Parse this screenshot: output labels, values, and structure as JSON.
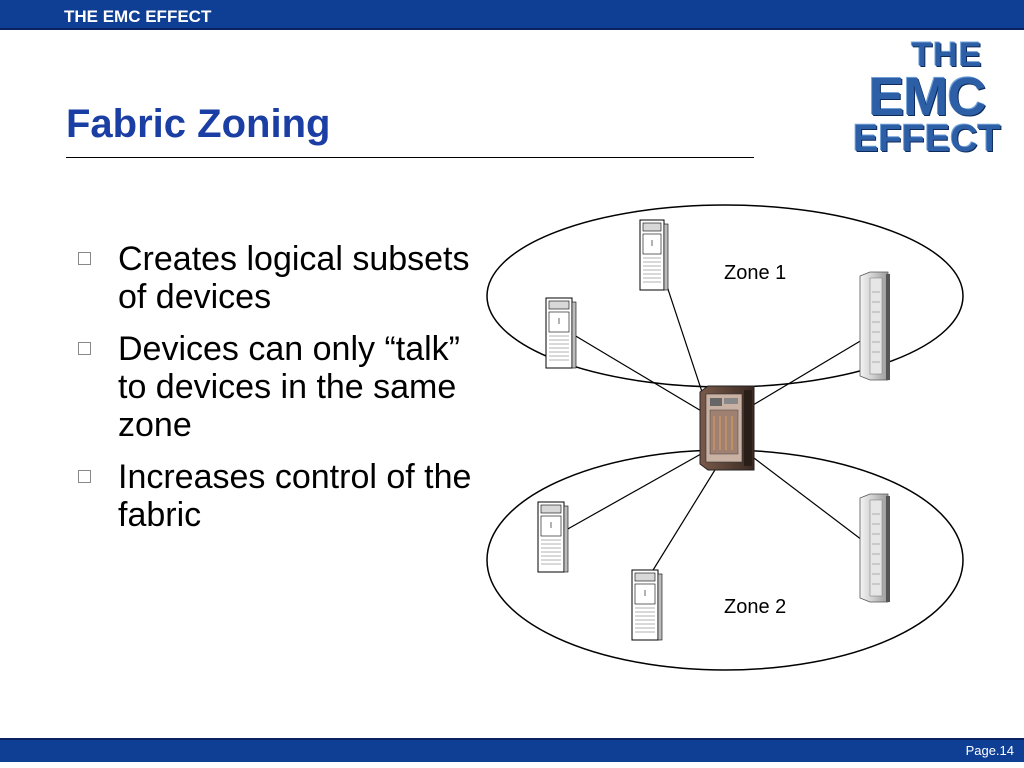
{
  "header": {
    "title": "THE EMC EFFECT"
  },
  "slide": {
    "title": "Fabric Zoning",
    "bullets": [
      "Creates logical subsets of devices",
      "Devices can only “talk” to devices in the same zone",
      "Increases control of the fabric"
    ]
  },
  "logo": {
    "line1": "THE",
    "line2": "EMC",
    "line3": "EFFECT"
  },
  "diagram": {
    "zones": [
      {
        "label": "Zone 1"
      },
      {
        "label": "Zone 2"
      }
    ]
  },
  "footer": {
    "page": "Page.14"
  }
}
